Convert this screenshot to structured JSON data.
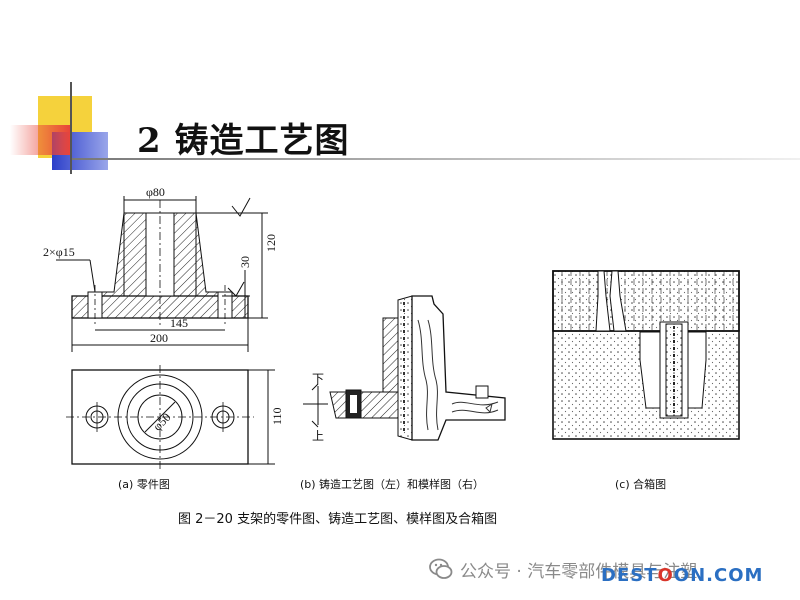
{
  "slide": {
    "title": "2  铸造工艺图"
  },
  "part_drawing": {
    "dims": {
      "phi80": "φ80",
      "holes": "2×φ15",
      "d120": "120",
      "d30": "30",
      "d145": "145",
      "d200": "200",
      "d110": "110",
      "phi50": "φ50"
    },
    "caption": "(a)  零件图"
  },
  "process_drawing": {
    "top_mark": "下",
    "bottom_mark": "上",
    "caption": "(b)  铸造工艺图（左）和模样图（右）"
  },
  "mold_drawing": {
    "caption": "(c)  合箱图"
  },
  "figure_caption": "图 2－20   支架的零件图、铸造工艺图、模样图及合箱图",
  "watermark": {
    "text": "公众号 · 汽车零部件模具与注塑"
  },
  "site_logo": {
    "prefix": "DEST",
    "accent": "O",
    "suffix": "ON.COM",
    "prefix_color": "#2b6fc2",
    "accent_color": "#d9352a"
  }
}
